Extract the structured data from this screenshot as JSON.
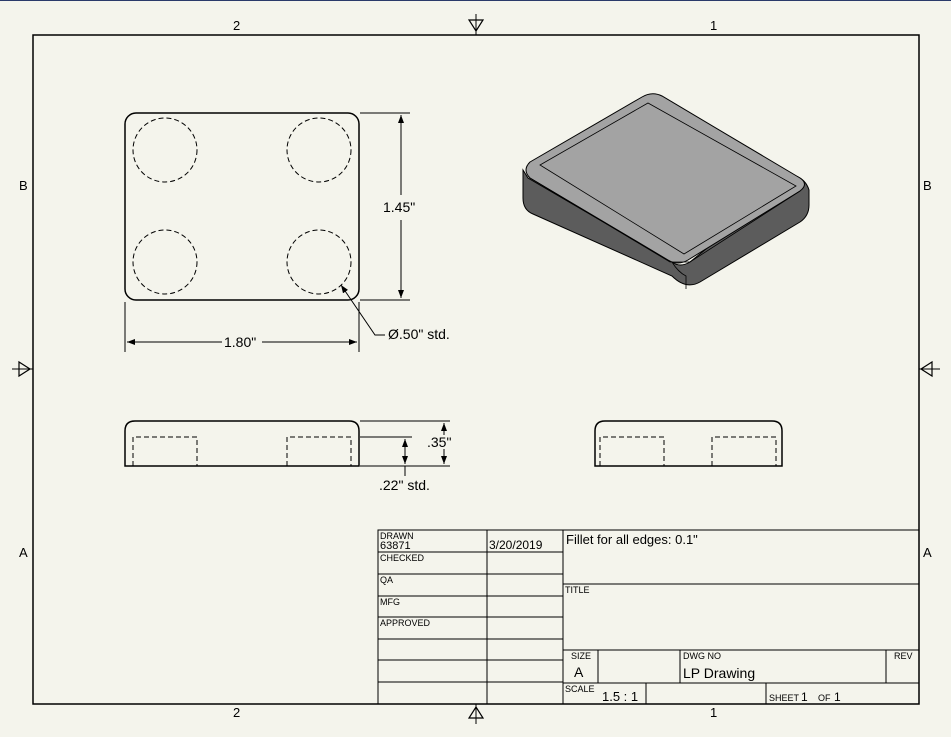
{
  "zones": {
    "top": [
      "2",
      "1"
    ],
    "bottom": [
      "2",
      "1"
    ],
    "left": [
      "B",
      "A"
    ],
    "right": [
      "B",
      "A"
    ]
  },
  "dimensions": {
    "width": "1.80\"",
    "height": "1.45\"",
    "hole_diameter": "Ø.50\" std.",
    "thickness": ".35\"",
    "pocket_depth": ".22\" std."
  },
  "title_block": {
    "drawn_label": "DRAWN",
    "drawn_by": "63871",
    "drawn_date": "3/20/2019",
    "checked_label": "CHECKED",
    "qa_label": "QA",
    "mfg_label": "MFG",
    "approved_label": "APPROVED",
    "note": "Fillet for all edges: 0.1\"",
    "title_label": "TITLE",
    "size_label": "SIZE",
    "size_value": "A",
    "dwg_no_label": "DWG NO",
    "dwg_no_value": "LP Drawing",
    "rev_label": "REV",
    "scale_label": "SCALE",
    "scale_value": "1.5 : 1",
    "sheet_label": "SHEET",
    "sheet_number": "1",
    "sheet_of_label": "OF",
    "sheet_total": "1"
  },
  "colors": {
    "background": "#f4f4ec",
    "line": "#000000",
    "iso_top": "#a3a3a3",
    "iso_side": "#5c5c5c"
  }
}
